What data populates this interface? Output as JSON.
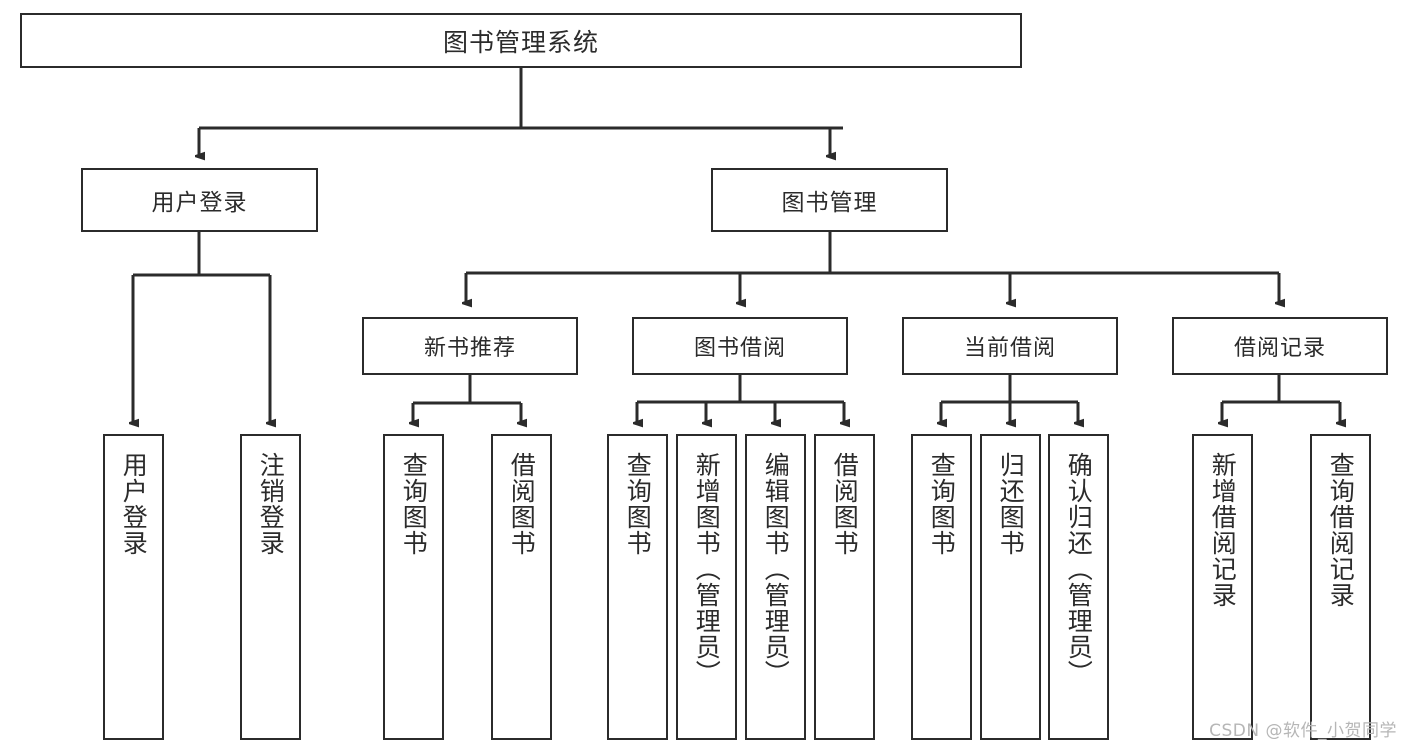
{
  "diagram": {
    "title": "图书管理系统",
    "type": "hierarchy-tree",
    "watermark": "CSDN @软件_小贺同学",
    "colors": {
      "border": "#2b2b2b",
      "background": "#ffffff",
      "text": "#2b2b2b",
      "watermark": "#b6b6b6"
    },
    "nodes": {
      "root": {
        "label": "图书管理系统",
        "level": 1
      },
      "level2": [
        {
          "id": "user-login",
          "label": "用户登录"
        },
        {
          "id": "book-manage",
          "label": "图书管理"
        }
      ],
      "level3": [
        {
          "id": "new-book-recommend",
          "label": "新书推荐"
        },
        {
          "id": "book-borrow",
          "label": "图书借阅"
        },
        {
          "id": "current-borrow",
          "label": "当前借阅"
        },
        {
          "id": "borrow-record",
          "label": "借阅记录"
        }
      ],
      "leaves": {
        "user-login": [
          {
            "id": "leaf-user-login",
            "label": "用户登录"
          },
          {
            "id": "leaf-logout-login",
            "label": "注销登录"
          }
        ],
        "new-book-recommend": [
          {
            "id": "leaf-query-book-1",
            "label": "查询图书"
          },
          {
            "id": "leaf-borrow-book-1",
            "label": "借阅图书"
          }
        ],
        "book-borrow": [
          {
            "id": "leaf-query-book-2",
            "label": "查询图书"
          },
          {
            "id": "leaf-add-book",
            "label": "新增图书（管理员）"
          },
          {
            "id": "leaf-edit-book",
            "label": "编辑图书（管理员）"
          },
          {
            "id": "leaf-borrow-book-2",
            "label": "借阅图书"
          }
        ],
        "current-borrow": [
          {
            "id": "leaf-query-book-3",
            "label": "查询图书"
          },
          {
            "id": "leaf-return-book",
            "label": "归还图书"
          },
          {
            "id": "leaf-confirm-return",
            "label": "确认归还（管理员）"
          }
        ],
        "borrow-record": [
          {
            "id": "leaf-add-record",
            "label": "新增借阅记录"
          },
          {
            "id": "leaf-query-record",
            "label": "查询借阅记录"
          }
        ]
      }
    }
  }
}
